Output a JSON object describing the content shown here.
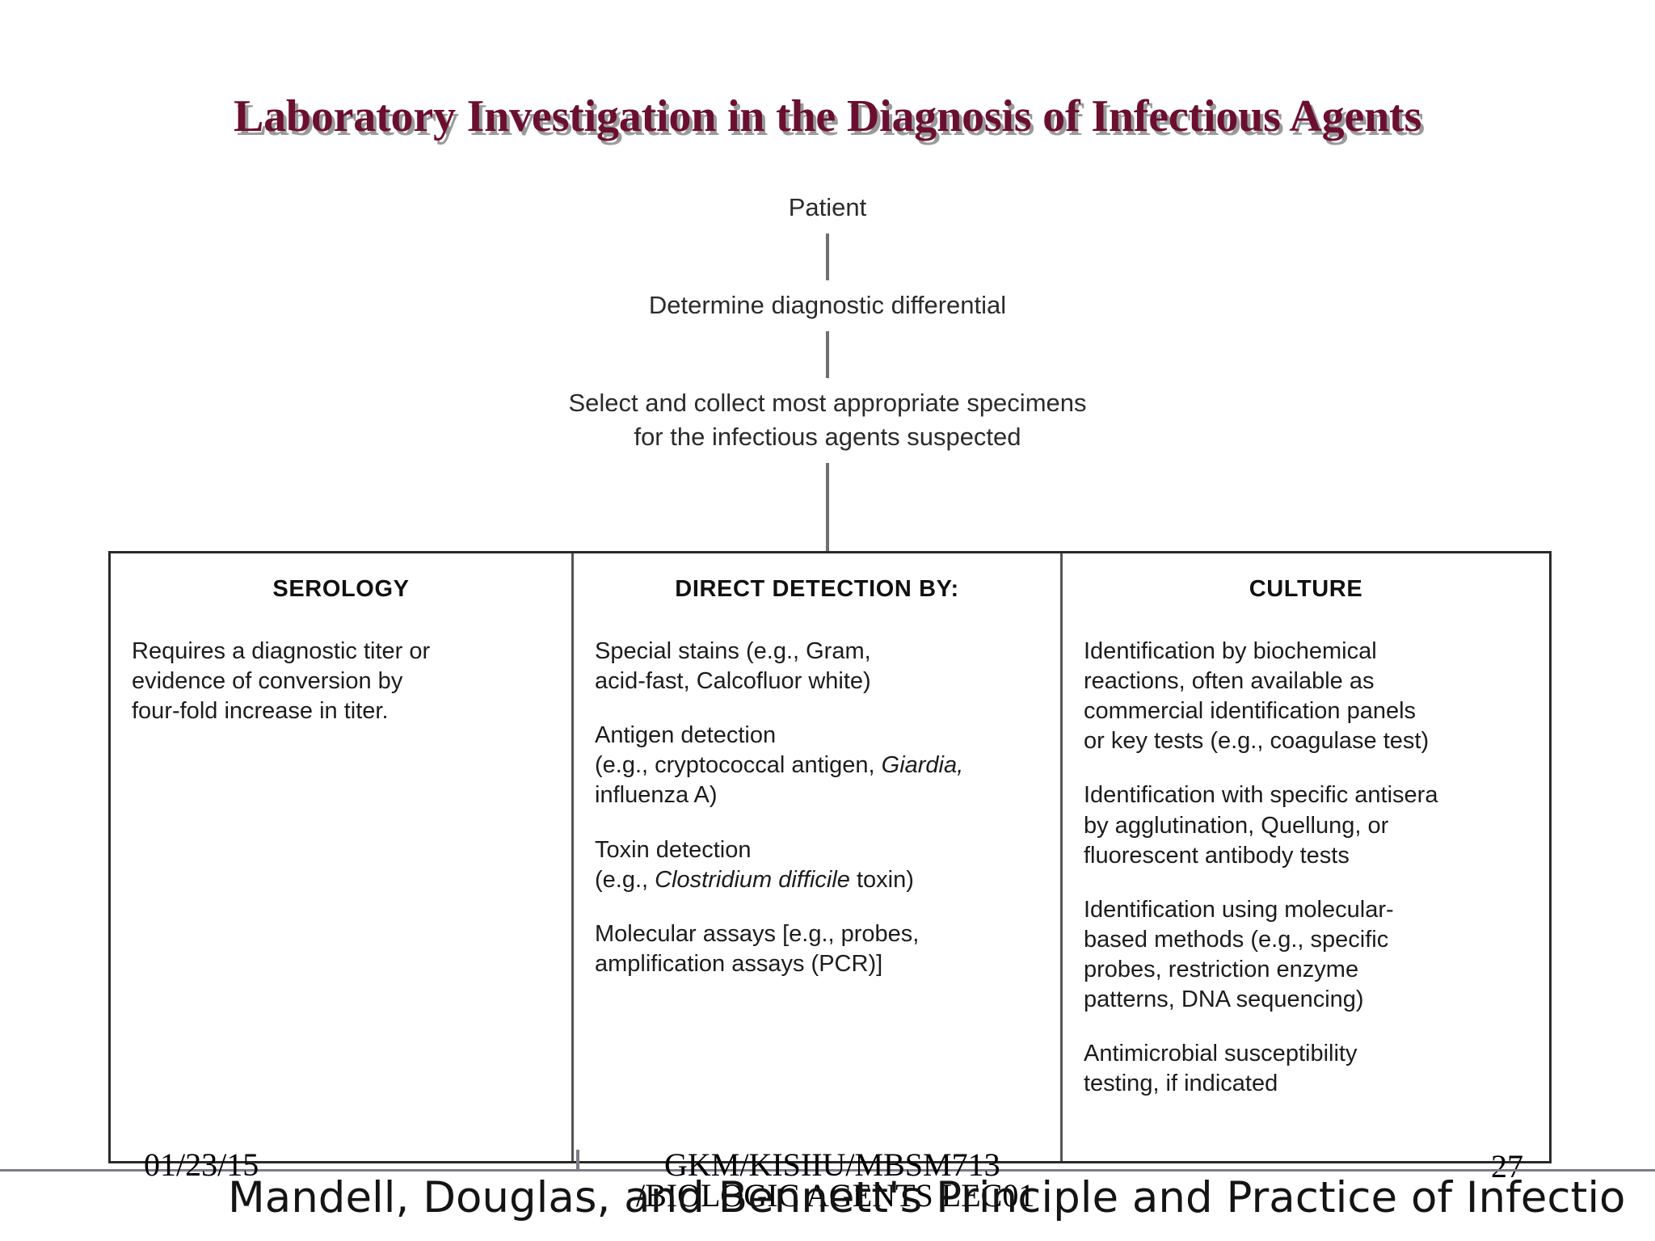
{
  "slide": {
    "title": "Laboratory Investigation in the Diagnosis of Infectious Agents",
    "title_color": "#6B0F30"
  },
  "flowchart": {
    "steps": [
      "Patient",
      "Determine diagnostic differential",
      "Select and collect most appropriate specimens\nfor the infectious agents suspected"
    ]
  },
  "columns": [
    {
      "heading": "SEROLOGY",
      "paragraphs": [
        "Requires a diagnostic titer or\nevidence of conversion by\nfour-fold increase in titer."
      ]
    },
    {
      "heading": "DIRECT DETECTION BY:",
      "paragraphs": [
        "Special stains (e.g., Gram,\nacid-fast, Calcofluor white)",
        "Antigen detection\n(e.g., cryptococcal antigen, ",
        "Toxin detection\n(e.g., ",
        "Molecular assays [e.g., probes,\namplification assays (PCR)]"
      ],
      "italic_giardia": "Giardia,",
      "after_giardia": "\ninfluenza A)",
      "italic_cdiff": "Clostridium difficile",
      "after_cdiff": " toxin)"
    },
    {
      "heading": "CULTURE",
      "paragraphs": [
        "Identification by biochemical\nreactions, often available as\ncommercial identification panels\nor key tests (e.g., coagulase test)",
        "Identification with specific antisera\nby agglutination, Quellung, or\nfluorescent antibody tests",
        "Identification using molecular-\nbased methods (e.g., specific\nprobes, restriction enzyme\npatterns, DNA sequencing)",
        "Antimicrobial susceptibility\ntesting, if indicated"
      ]
    }
  ],
  "footer": {
    "date": "01/23/15",
    "course": "GKM/KISIIU/MBSM713",
    "course_line2": "/BIOLOGIC AGENTS LEC01",
    "page_number": "27"
  },
  "caption": {
    "text": "Mandell, Douglas, and Bennett's Principle and Practice of Infectio"
  }
}
